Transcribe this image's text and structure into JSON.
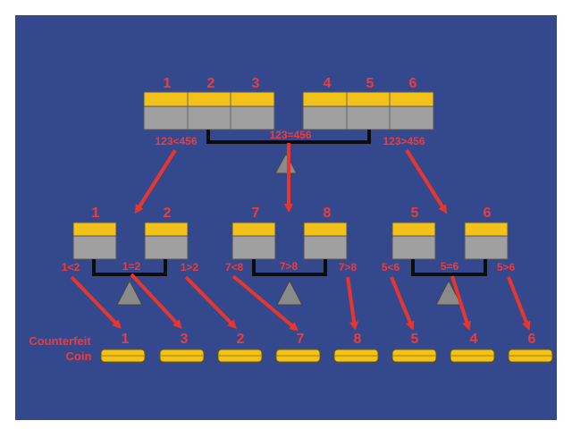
{
  "colors": {
    "background": "#34498d",
    "text": "#ee3b3b",
    "arrow": "#e8362f",
    "coin_top": "#f2c21b",
    "coin_body": "#a0a0a0",
    "balance_beam": "#0c0c0c",
    "fulcrum": "#8a8a8a"
  },
  "top": {
    "left_labels": [
      "1",
      "2",
      "3"
    ],
    "right_labels": [
      "4",
      "5",
      "6"
    ],
    "outcomes": [
      "123<456",
      "123=456",
      "123>456"
    ]
  },
  "middle": [
    {
      "left_label": "1",
      "right_label": "2",
      "outcomes": [
        "1<2",
        "1=2",
        "1>2"
      ]
    },
    {
      "left_label": "7",
      "right_label": "8",
      "outcomes": [
        "7<8",
        "7>8",
        "7>8"
      ]
    },
    {
      "left_label": "5",
      "right_label": "6",
      "outcomes": [
        "5<6",
        "5=6",
        "5>6"
      ]
    }
  ],
  "result": {
    "caption_line1": "Counterfeit",
    "caption_line2": "Coin",
    "coins": [
      "1",
      "3",
      "2",
      "7",
      "8",
      "5",
      "4",
      "6"
    ]
  }
}
